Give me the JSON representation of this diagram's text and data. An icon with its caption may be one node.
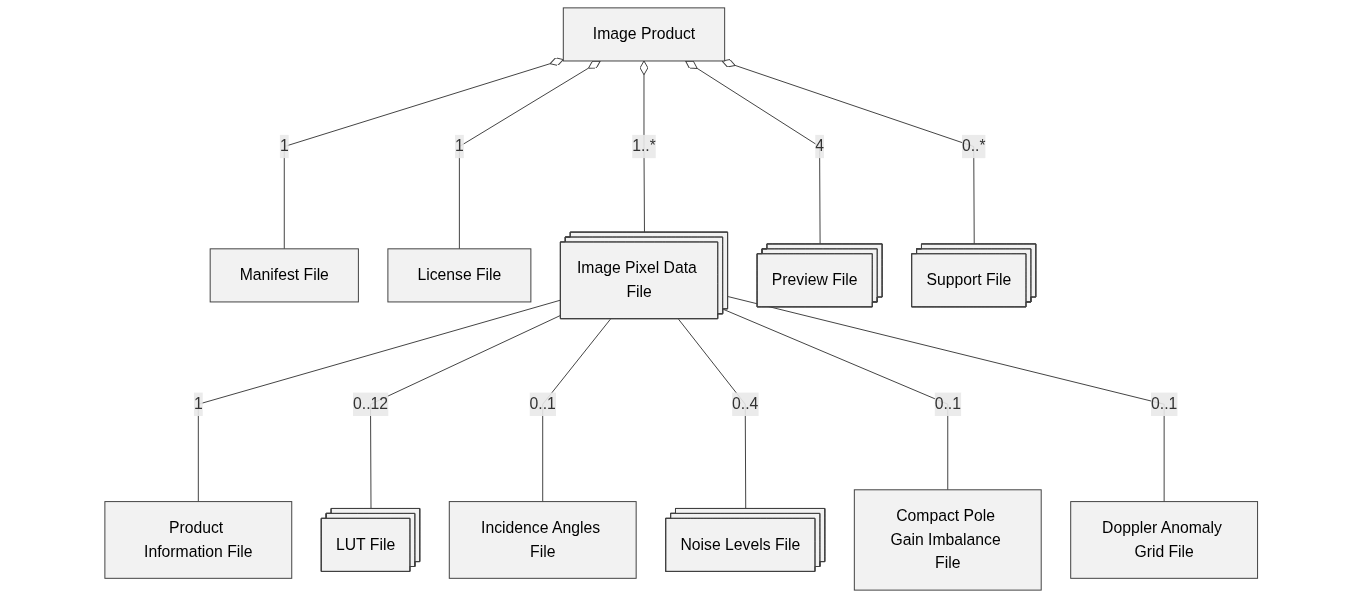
{
  "diagram": {
    "nodes": [
      {
        "text": [
          "Image Product"
        ]
      },
      {
        "text": [
          "Manifest File"
        ]
      },
      {
        "text": [
          "License File"
        ]
      },
      {
        "text": [
          "Image Pixel Data File"
        ]
      },
      {
        "text": [
          "Preview File"
        ]
      },
      {
        "text": [
          "Support File"
        ]
      },
      {
        "text": [
          "Product Information File"
        ]
      },
      {
        "text": [
          "LUT File"
        ]
      },
      {
        "text": [
          "Incidence Angles File"
        ]
      },
      {
        "text": [
          "Noise Levels File"
        ]
      },
      {
        "text": [
          "Compact Pole Gain Imbalance File"
        ]
      },
      {
        "text": [
          "Doppler Anomaly Grid File"
        ]
      }
    ],
    "edges": [
      {
        "from": 0,
        "to": 1,
        "arrow": "other",
        "label": "1"
      },
      {
        "from": 0,
        "to": 2,
        "arrow": "other",
        "label": "1"
      },
      {
        "from": 0,
        "to": 3,
        "arrow": "other",
        "label": "1..*"
      },
      {
        "from": 0,
        "to": 4,
        "arrow": "other",
        "label": "4"
      },
      {
        "from": 0,
        "to": 5,
        "arrow": "other",
        "label": "0..*"
      },
      {
        "from": 3,
        "to": 6,
        "arrow": "none",
        "label": "1"
      },
      {
        "from": 3,
        "to": 7,
        "arrow": "none",
        "label": "0..12"
      },
      {
        "from": 3,
        "to": 8,
        "arrow": "none",
        "label": "0..1"
      },
      {
        "from": 3,
        "to": 9,
        "arrow": "none",
        "label": "0..4"
      },
      {
        "from": 3,
        "to": 10,
        "arrow": "none",
        "label": "0..1"
      },
      {
        "from": 3,
        "to": 11,
        "arrow": "none",
        "label": "0..1"
      }
    ]
  }
}
